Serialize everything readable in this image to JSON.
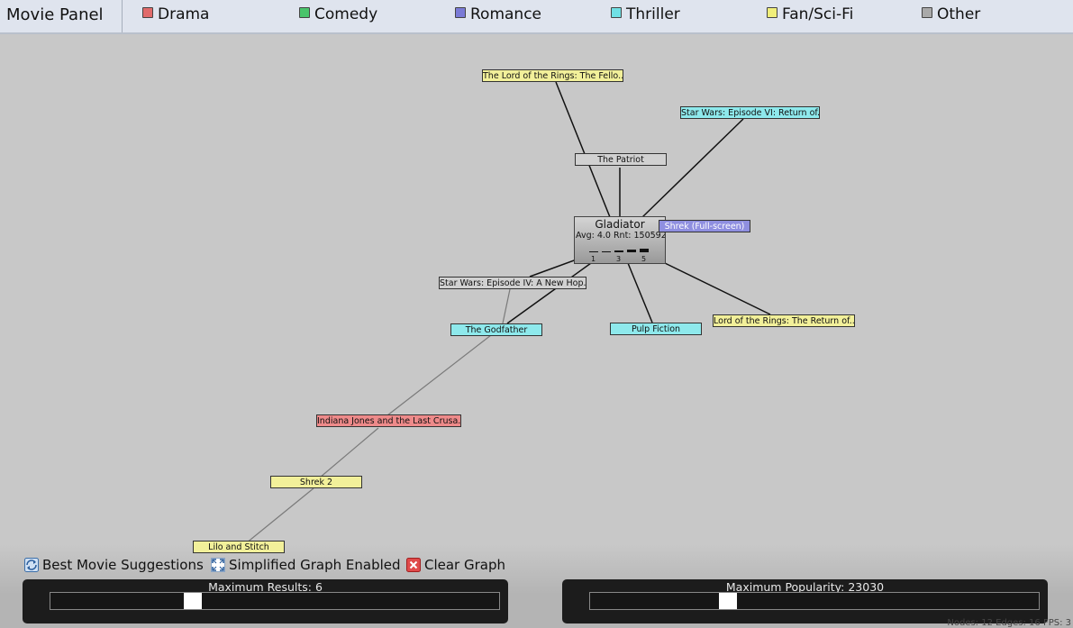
{
  "panel": {
    "title": "Movie Panel"
  },
  "legend": [
    {
      "label": "Drama",
      "color": "#e06a6a"
    },
    {
      "label": "Comedy",
      "color": "#49c46b"
    },
    {
      "label": "Romance",
      "color": "#7a7ad6"
    },
    {
      "label": "Thriller",
      "color": "#6fe0e4"
    },
    {
      "label": "Fan/Sci-Fi",
      "color": "#f0ee7a"
    },
    {
      "label": "Other",
      "color": "#a9a9a9"
    }
  ],
  "center_node": {
    "title": "Gladiator",
    "stats": "Avg: 4.0 Rnt: 150592",
    "rating_ticks": [
      "1",
      "3",
      "5"
    ]
  },
  "nodes": {
    "lotr_fellowship": "The Lord of the Rings: The Fello...",
    "star_wars_vi": "Star Wars: Episode VI: Return of...",
    "the_patriot": "The Patriot",
    "shrek_fullscreen": "Shrek (Full-screen)",
    "star_wars_iv": "Star Wars: Episode IV: A New Hop...",
    "the_godfather": "The Godfather",
    "pulp_fiction": "Pulp Fiction",
    "lotr_return": "Lord of the Rings: The Return of...",
    "indiana_jones": "Indiana Jones and the Last Crusa...",
    "shrek_2": "Shrek 2",
    "lilo_and_stitch": "Lilo and Stitch"
  },
  "options": {
    "best_suggestions": "Best Movie Suggestions",
    "simplified_graph": "Simplified Graph Enabled",
    "clear_graph": "Clear Graph"
  },
  "sliders": {
    "max_results": {
      "label": "Maximum Results: 6",
      "fraction": 0.31
    },
    "max_popularity": {
      "label": "Maximum Popularity: 23030",
      "fraction": 0.3
    }
  },
  "status": "Nodes: 12 Edges: 16 FPS: 3"
}
